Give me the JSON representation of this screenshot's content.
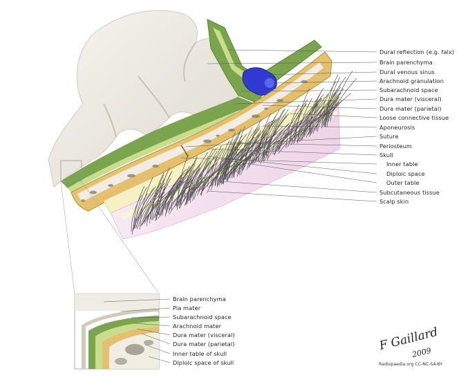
{
  "main_labels": [
    "Dural reflection (e.g. falx)",
    "Brain parenchyma",
    "Dural venous sinus",
    "Arachnoid granulation",
    "Subarachnoid space",
    "Dura mater (visceral)",
    "Dura mater (parietal)",
    "Loose connective tissue",
    "Aponeurosis",
    "Suture",
    "Periosteum",
    "Skull",
    "Inner table",
    "Diploic space",
    "Outer table",
    "Subcutaneous tissue",
    "Scalp skin"
  ],
  "inset_labels": [
    "Brain parenchyma",
    "Pia mater",
    "Subarachnoid space",
    "Arachnoid mater",
    "Dura mater (visceral)",
    "Dura mater (parietal)",
    "Inner table of skull",
    "Diploic space of skull"
  ],
  "signature": {
    "line1": "F Gaillard",
    "line2": "2009"
  },
  "credit": "Radiopaedia.org CC-NC-SA-BY",
  "colors": {
    "brain": "#efece3",
    "dura_green": "#7aa54e",
    "light_green": "#c9dd8c",
    "sinus_blue": "#2f3bd0",
    "bone_tan": "#e3c06f",
    "bone_edge": "#b88d3a",
    "aponeurosis": "#f5f1c5",
    "skin_pink": "#f4dff0",
    "hair": "#3a3a3a"
  }
}
